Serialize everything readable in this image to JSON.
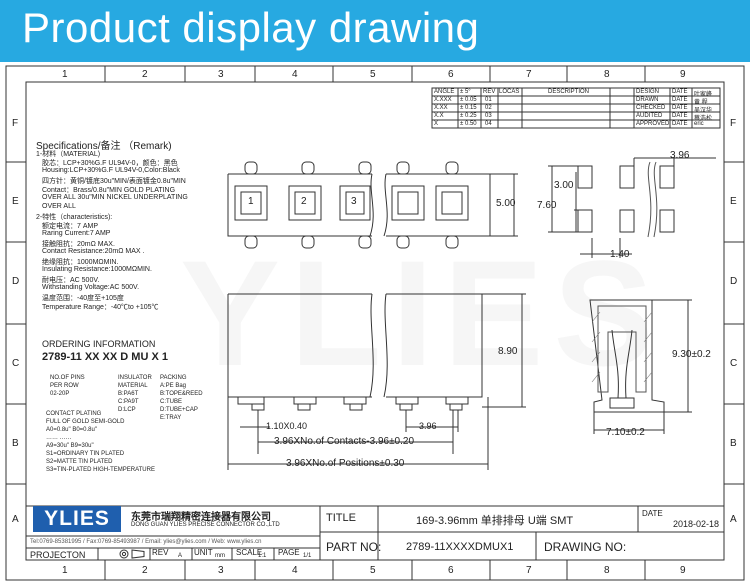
{
  "banner": {
    "title": "Product display drawing"
  },
  "grid": {
    "columns": [
      "1",
      "2",
      "3",
      "4",
      "5",
      "6",
      "7",
      "8",
      "9"
    ],
    "rows": [
      "F",
      "E",
      "D",
      "C",
      "B",
      "A"
    ]
  },
  "tolerance_table": {
    "header": {
      "angle": "ANGLE",
      "angle_tol": "± 5°",
      "rev": "REV",
      "locas": "LOCAS",
      "description": "DESCRIPTION"
    },
    "rows": [
      {
        "label": "X.XXX",
        "tol": "± 0.05",
        "rev": "01"
      },
      {
        "label": "X.XX",
        "tol": "± 0.15",
        "rev": "02"
      },
      {
        "label": "X.X",
        "tol": "± 0.25",
        "rev": "03"
      },
      {
        "label": "X",
        "tol": "± 0.50",
        "rev": "04"
      }
    ]
  },
  "approval_table": [
    {
      "role": "DESIGN",
      "date": "DATE",
      "sign": "叶家峰"
    },
    {
      "role": "DRAWN",
      "date": "DATE",
      "sign": "黄 程"
    },
    {
      "role": "CHECKED",
      "date": "DATE",
      "sign": "吴汉华"
    },
    {
      "role": "AUDITED",
      "date": "DATE",
      "sign": "蔡浩松"
    },
    {
      "role": "APPROVED",
      "date": "DATE",
      "sign": "eric"
    }
  ],
  "specs": {
    "heading": "Specifications/备注 （Remark)",
    "lines": [
      "1-材料（MATERIAL)",
      "胶芯：LCP+30%G.F UL94V-0，颜色：黑色",
      "Housing:LCP+30%G.F UL94V-0,Color:Black",
      "四方针：黄铜/镀底30u\"MIN/表面镀金0.8u\"MIN",
      "Contact：Brass/0.8u\"MIN GOLD PLATING",
      "OVER ALL 30u\"MIN NICKEL UNDERPLATING",
      "OVER ALL",
      "2-特性（characteristics):",
      "额定电流：7 AMP",
      "Raring Current:7 AMP",
      "接触阻抗：20mΩ MAX.",
      "Contact Resistance:20mΩ MAX .",
      "绝缘阻抗：1000MΩMIN.",
      "Insulating Resistance:1000MΩMIN.",
      "耐电压：AC 500V.",
      "Withstanding Voltage:AC 500V.",
      "温度范围：-40度至+105度",
      "Temperature Range：-40℃to +105℃"
    ]
  },
  "ordering": {
    "heading": "ORDERING INFORMATION",
    "part_code": "2789-11 XX XX D  MU  X 1",
    "no_of_pins": [
      "NO.OF PINS",
      "PER ROW",
      "02-20P"
    ],
    "insulator": [
      "INSULATOR",
      "MATERIAL",
      "B:PA6T",
      "C:PA9T",
      "D:LCP"
    ],
    "packing": [
      "PACKING",
      "A:PE Bag",
      "B:TOPE&REED",
      "C:TUBE",
      "D:TUBE+CAP",
      "E:TRAY"
    ],
    "contact_plating": [
      "CONTACT PLATING",
      "FULL OF GOLD  SEMI-GOLD",
      "A0=0.8u\"        B0=0.8u\"",
      "……                    ……",
      "A9=30u\"          B9=30u\"",
      "S1=ORDINARY TIN PLATED",
      "S2=MATTE TIN PLATED",
      "S3=TIN-PLATED HIGH-TEMPERATURE"
    ]
  },
  "dimensions": {
    "top_height": "5.00",
    "side_height": "8.90",
    "section_height": "9.30±0.2",
    "section_width": "7.10±0.2",
    "pitch_small": "1.10X0.40",
    "pitch": "3.96",
    "contacts": "3.96XNo.of Contacts-3.96±0.20",
    "positions": "3.96XNo.of Positions±0.30",
    "pad_pitch": "3.96",
    "pad_height": "3.00",
    "pad_span": "7.60",
    "pad_width": "1.40",
    "pin_numbers": [
      "1",
      "2",
      "3"
    ]
  },
  "title_block": {
    "company_cn": "东莞市瑞翔精密连接器有限公司",
    "company_en": "DONG GUAN YLIES PRECISE CONNECTOR CO.,LTD",
    "contact": "Tel:0769-85381995 / Fax:0769-85493987 / Email: ylies@ylies.com / Web: www.ylies.cn",
    "logo": "YLIES",
    "title_label": "TITLE",
    "title_value": "169-3.96mm 单排排母 U端 SMT",
    "date_label": "DATE",
    "date_value": "2018-02-18",
    "projection_label": "PROJECTON",
    "rev_label": "REV",
    "rev_value": "A",
    "unit_label": "UNIT",
    "unit_value": "mm",
    "scale_label": "SCALE",
    "scale_value": "1:1",
    "page_label": "PAGE",
    "page_value": "1/1",
    "part_no_label": "PART NO:",
    "part_no_value": "2789-11XXXXDMUX1",
    "drawing_no_label": "DRAWING NO:"
  },
  "watermark": "YLIES",
  "colors": {
    "banner": "#27a9e1",
    "logo": "#1f5fae",
    "line": "#333333"
  }
}
